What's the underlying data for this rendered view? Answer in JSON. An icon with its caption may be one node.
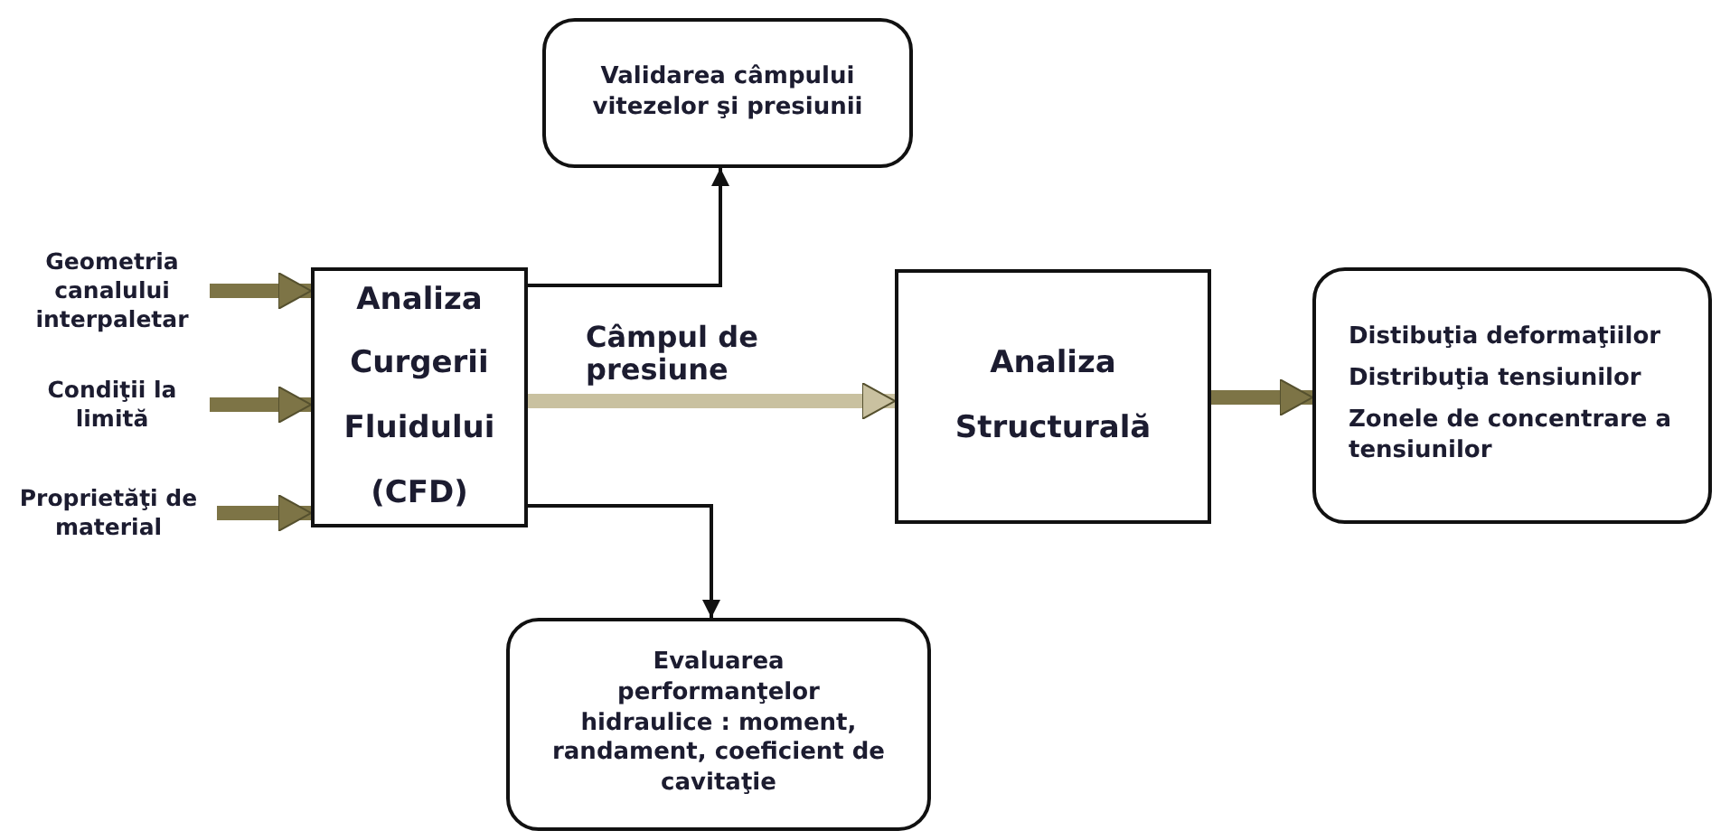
{
  "diagram": {
    "nodes": [
      {
        "text": [
          "Validarea câmpului vitezelor şi presiunii"
        ]
      },
      {
        "text": [
          "Geometria canalului interpaletar"
        ]
      },
      {
        "text": [
          "Condiţii la limită"
        ]
      },
      {
        "text": [
          "Proprietăţi de material"
        ]
      },
      {
        "text": [
          "Analiza Curgerii Fluidului (CFD)"
        ]
      },
      {
        "text": [
          "Analiza Structurală"
        ]
      },
      {
        "text": [
          "Distibuţia deformaţiilor",
          "Distribuţia tensiunilor",
          "Zonele de concentrare a tensiunilor"
        ]
      },
      {
        "text": [
          "Evaluarea performanţelor hidraulice : moment, randament, coeficient de cavitaţie"
        ]
      }
    ],
    "edges": [
      {
        "from": 1,
        "to": 4,
        "arrow": "to"
      },
      {
        "from": 2,
        "to": 4,
        "arrow": "to"
      },
      {
        "from": 3,
        "to": 4,
        "arrow": "to"
      },
      {
        "from": 4,
        "to": 5,
        "arrow": "to",
        "color": "#c9c1a0",
        "label": "Câmpul de presiune"
      },
      {
        "from": 5,
        "to": 6,
        "arrow": "to"
      },
      {
        "from": 4,
        "to": 0,
        "arrow": "to",
        "color": "#111111"
      },
      {
        "from": 4,
        "to": 7,
        "arrow": "to",
        "color": "#111111"
      }
    ]
  }
}
